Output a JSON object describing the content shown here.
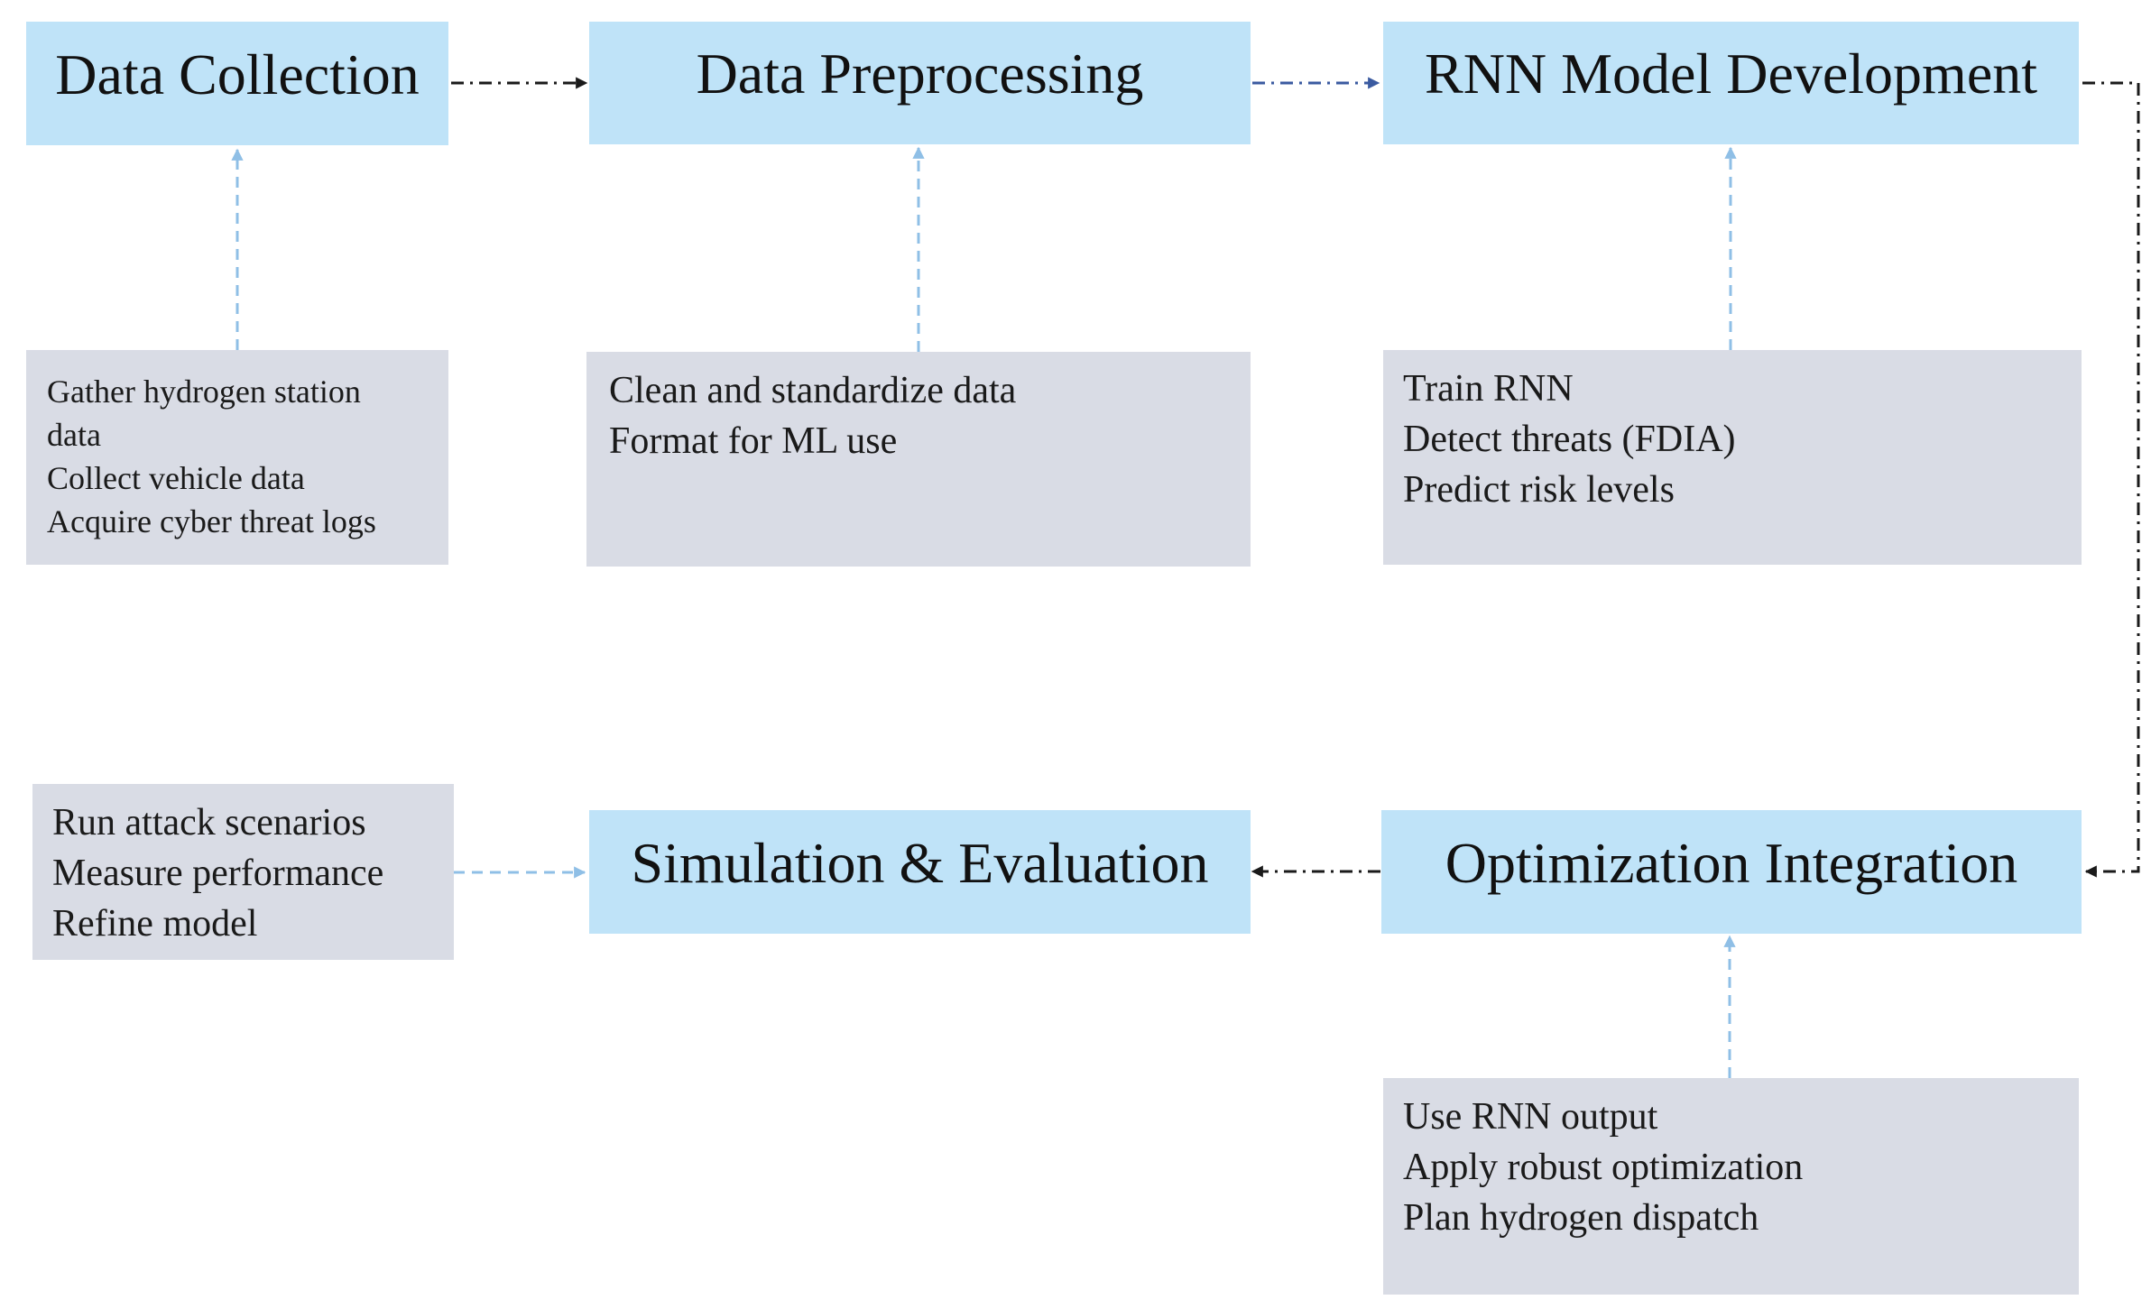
{
  "stages": {
    "data_collection": "Data Collection",
    "data_preprocessing": "Data Preprocessing",
    "rnn_model_development": "RNN Model Development",
    "simulation_evaluation": "Simulation & Evaluation",
    "optimization_integration": "Optimization Integration"
  },
  "details": {
    "data_collection": [
      "Gather hydrogen station",
      "data",
      "Collect vehicle data",
      "Acquire cyber threat logs"
    ],
    "data_preprocessing": [
      "Clean and standardize data",
      "Format for ML use"
    ],
    "rnn_model_development": [
      "Train RNN",
      "Detect threats (FDIA)",
      "Predict risk levels"
    ],
    "simulation_evaluation": [
      "Run attack scenarios",
      "Measure performance",
      "Refine model"
    ],
    "optimization_integration": [
      "Use RNN output",
      "Apply robust optimization",
      "Plan hydrogen dispatch"
    ]
  },
  "colors": {
    "stage_fill": "#bfe3f8",
    "detail_fill": "#d9dce5",
    "flow_arrow": "#1a1a1a",
    "flow_arrow_blue": "#3a5aa0",
    "support_arrow": "#8fbfe6"
  }
}
